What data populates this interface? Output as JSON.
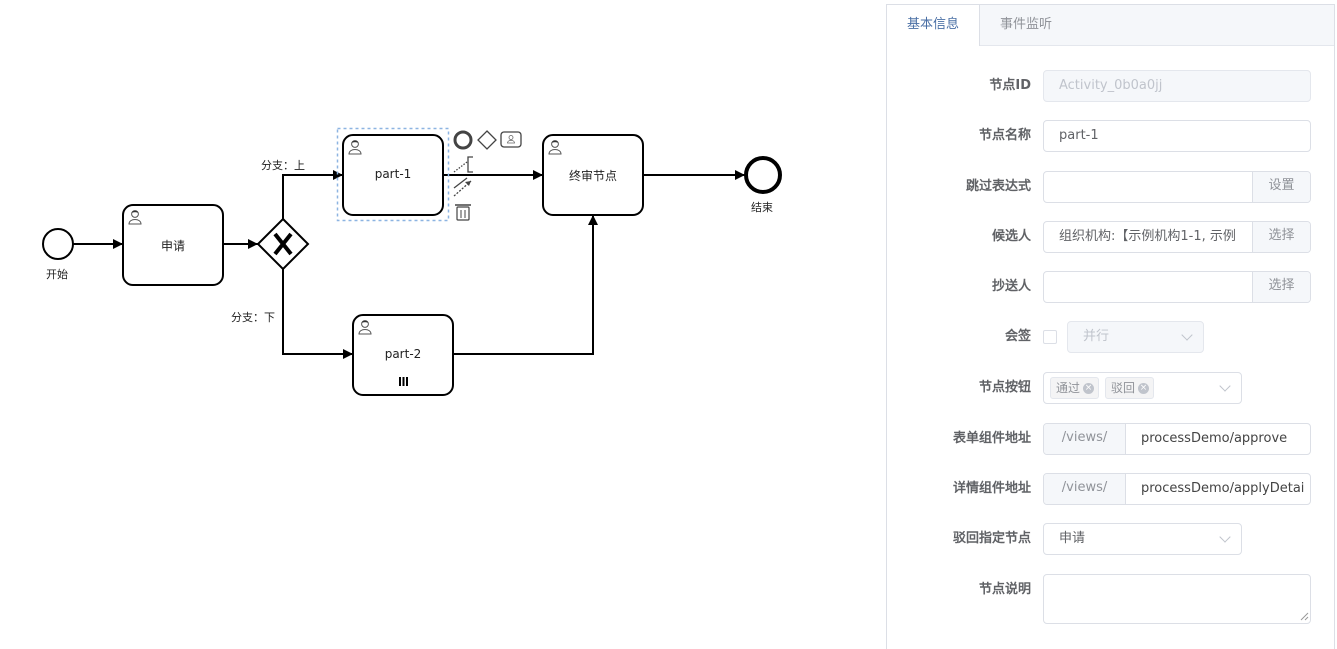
{
  "diagram": {
    "start_event": {
      "label": "开始"
    },
    "end_event": {
      "label": "结束"
    },
    "tasks": [
      {
        "id": "apply",
        "label": "申请",
        "type": "user-task"
      },
      {
        "id": "part1",
        "label": "part-1",
        "type": "user-task",
        "selected": true
      },
      {
        "id": "part2",
        "label": "part-2",
        "type": "user-task",
        "multi_instance": "parallel"
      },
      {
        "id": "final",
        "label": "终审节点",
        "type": "user-task"
      }
    ],
    "gateway": {
      "type": "exclusive",
      "marker": "X"
    },
    "flows": [
      {
        "label": "分支：上"
      },
      {
        "label": "分支：下"
      }
    ],
    "context_pad": [
      "end-event-icon",
      "gateway-icon",
      "task-icon",
      "text-annotation-icon",
      "connect-icon",
      "delete-icon"
    ]
  },
  "panel": {
    "tabs": [
      {
        "label": "基本信息",
        "active": true
      },
      {
        "label": "事件监听",
        "active": false
      }
    ],
    "fields": {
      "node_id": {
        "label": "节点ID",
        "value": "Activity_0b0a0jj",
        "disabled": true
      },
      "node_name": {
        "label": "节点名称",
        "value": "part-1"
      },
      "skip_expr": {
        "label": "跳过表达式",
        "value": "",
        "button": "设置"
      },
      "candidates": {
        "label": "候选人",
        "value": "组织机构:【示例机构1-1, 示例",
        "button": "选择"
      },
      "cc": {
        "label": "抄送人",
        "value": "",
        "button": "选择"
      },
      "countersign": {
        "label": "会签",
        "checked": false,
        "mode": "并行"
      },
      "node_buttons": {
        "label": "节点按钮",
        "tags": [
          "通过",
          "驳回"
        ]
      },
      "form_path": {
        "label": "表单组件地址",
        "prefix": "/views/",
        "value": "processDemo/approve"
      },
      "detail_path": {
        "label": "详情组件地址",
        "prefix": "/views/",
        "value": "processDemo/applyDetai"
      },
      "reject_node": {
        "label": "驳回指定节点",
        "value": "申请"
      },
      "description": {
        "label": "节点说明",
        "value": ""
      }
    }
  }
}
